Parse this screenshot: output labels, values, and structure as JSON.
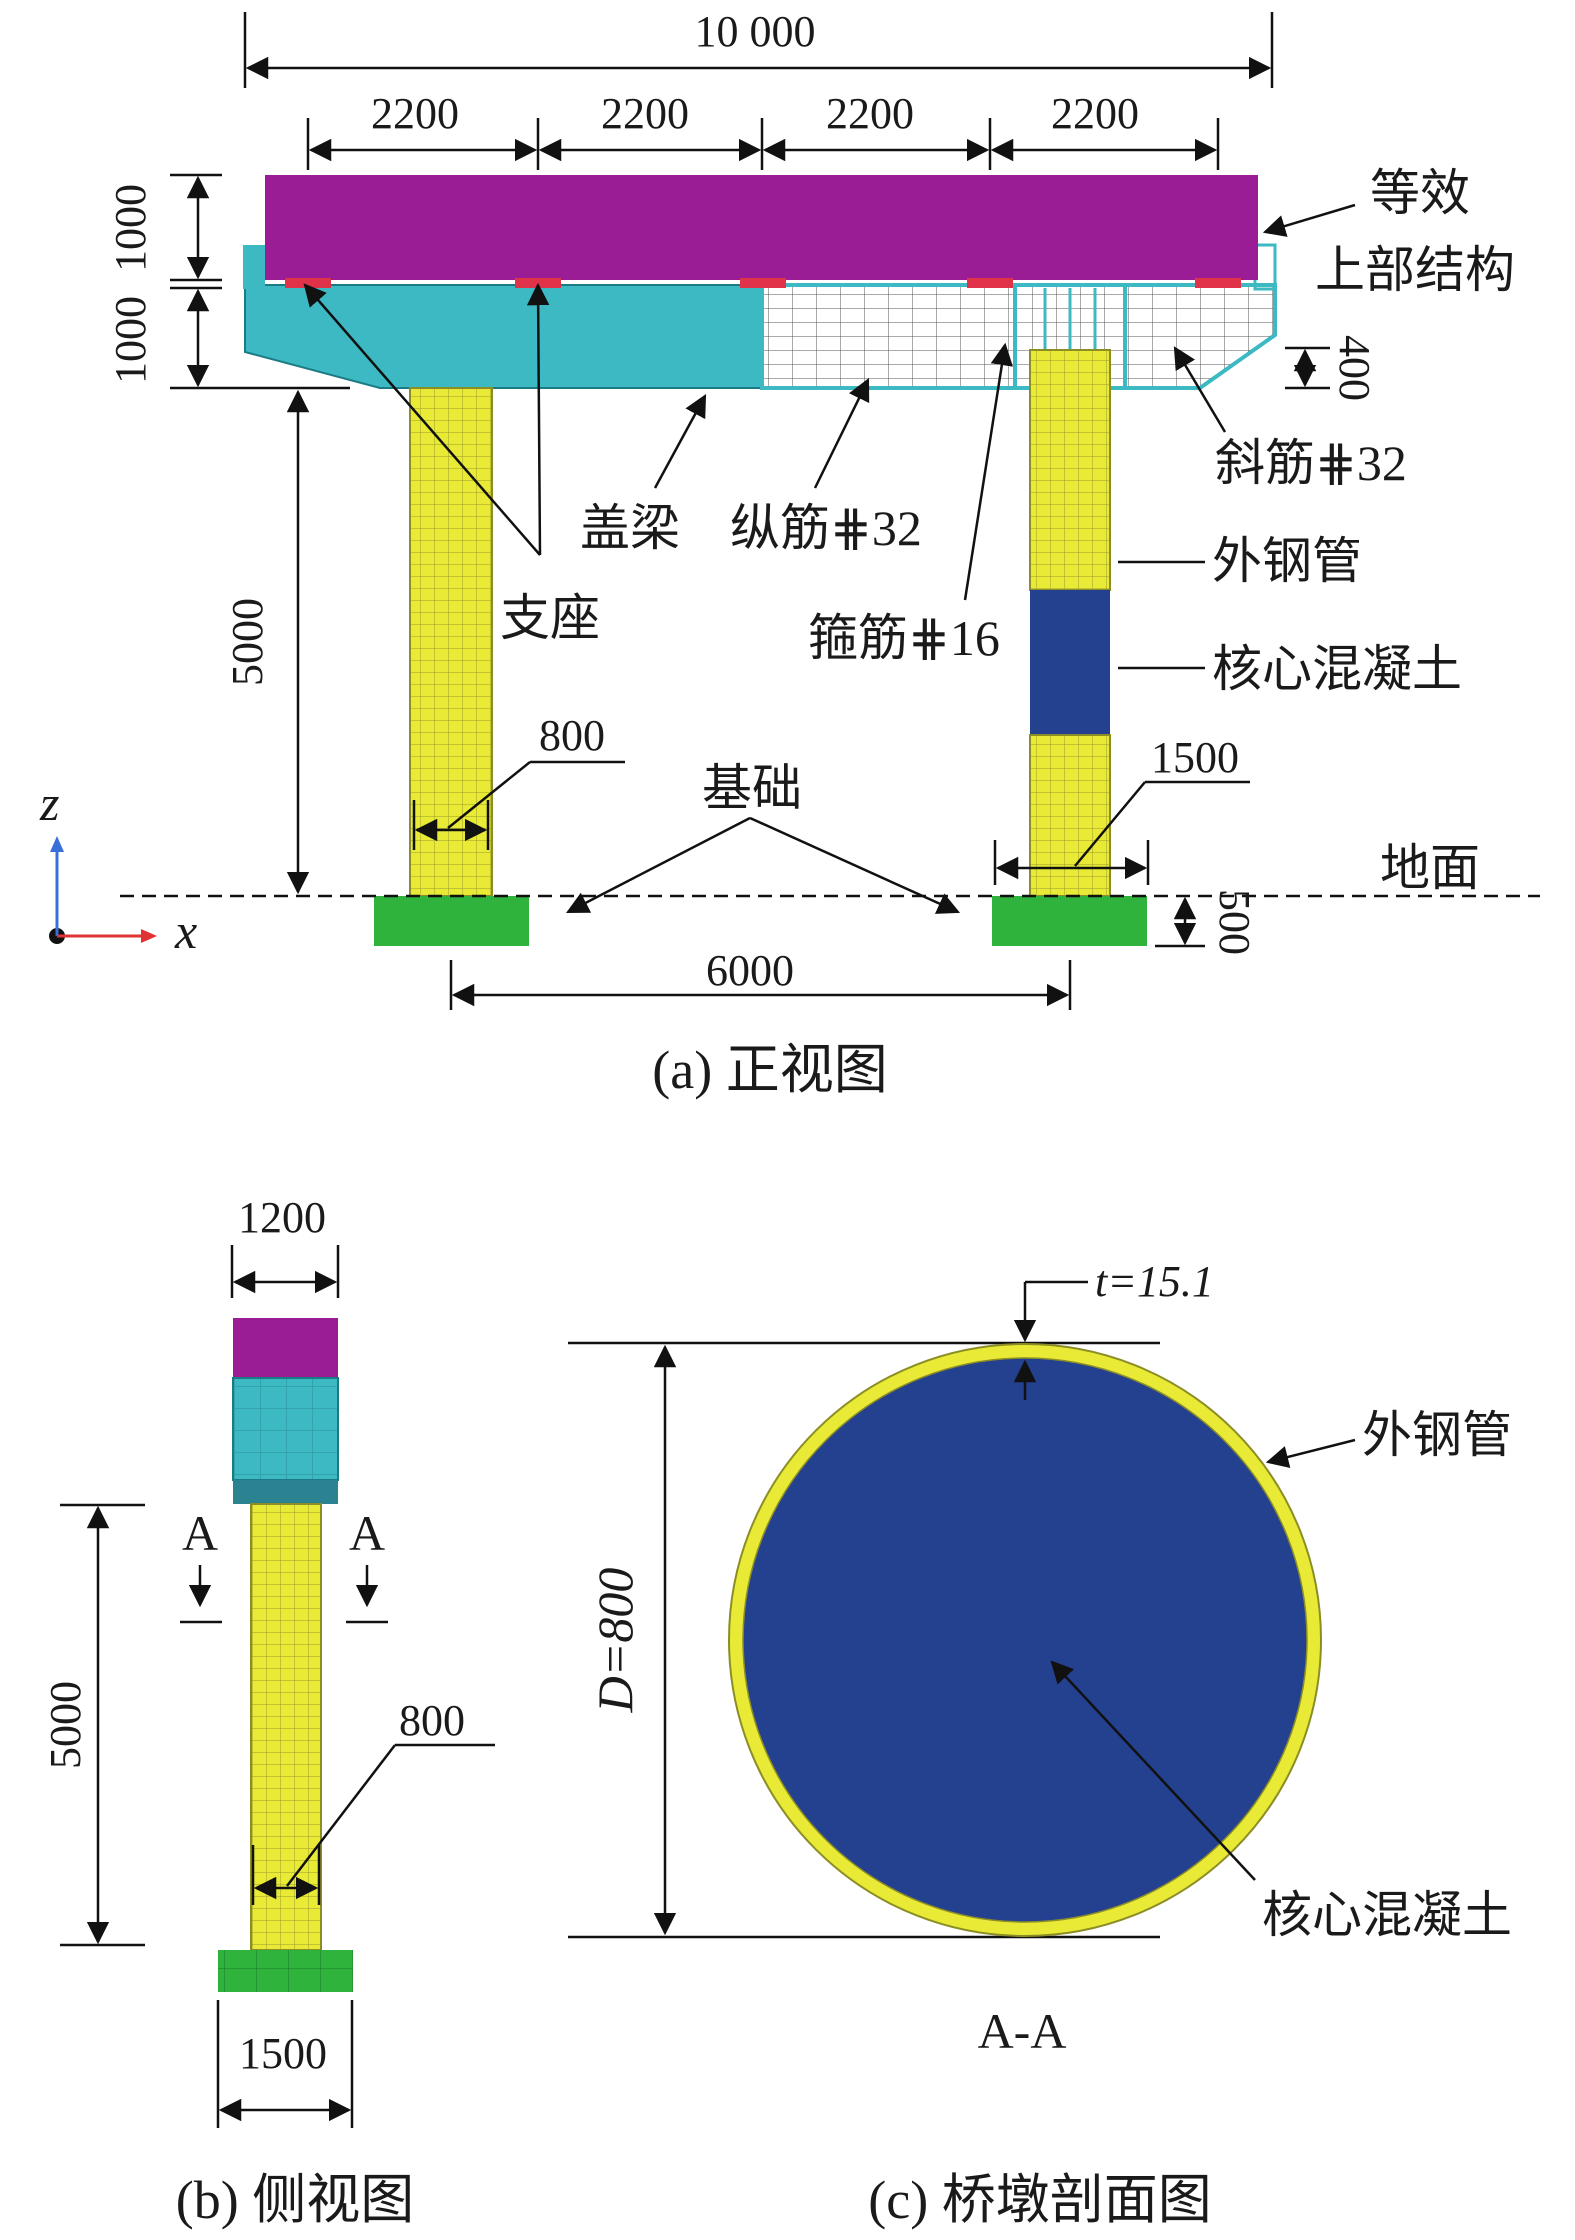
{
  "front_view": {
    "caption": "(a) 正视图",
    "dim_total": "10 000",
    "dim_spans": [
      "2200",
      "2200",
      "2200",
      "2200"
    ],
    "dim_super_h": "1000",
    "dim_cap_h": "1000",
    "dim_haunch": "400",
    "dim_pier_h": "5000",
    "dim_pier_d": "800",
    "dim_found_w": "1500",
    "dim_found_h": "500",
    "dim_pier_gap": "6000",
    "labels": {
      "superstructure_1": "等效",
      "superstructure_2": "上部结构",
      "cap_beam": "盖梁",
      "long_rebar": "纵筋⋕32",
      "diag_rebar": "斜筋⋕32",
      "stirrup": "箍筋⋕16",
      "bearing": "支座",
      "steel_tube": "外钢管",
      "core_concrete": "核心混凝土",
      "foundation": "基础",
      "ground": "地面",
      "axis_z": "z",
      "axis_x": "x"
    }
  },
  "side_view": {
    "caption": "(b) 侧视图",
    "dim_top_w": "1200",
    "dim_pier_h": "5000",
    "dim_pier_d": "800",
    "dim_found_w": "1500",
    "section_mark": "A"
  },
  "section_view": {
    "caption": "(c) 桥墩剖面图",
    "section_name": "A-A",
    "thickness": "t=15.1",
    "diameter": "D=800",
    "steel_tube": "外钢管",
    "core_concrete": "核心混凝土"
  },
  "colors": {
    "superstructure": "#9b1d96",
    "cap_beam": "#3cb9c2",
    "pier": "#e8ea35",
    "core": "#24418f",
    "foundation": "#2fb33c",
    "bearing": "#e0334a",
    "axis_z": "#3a6fd8",
    "axis_x": "#e03333"
  }
}
